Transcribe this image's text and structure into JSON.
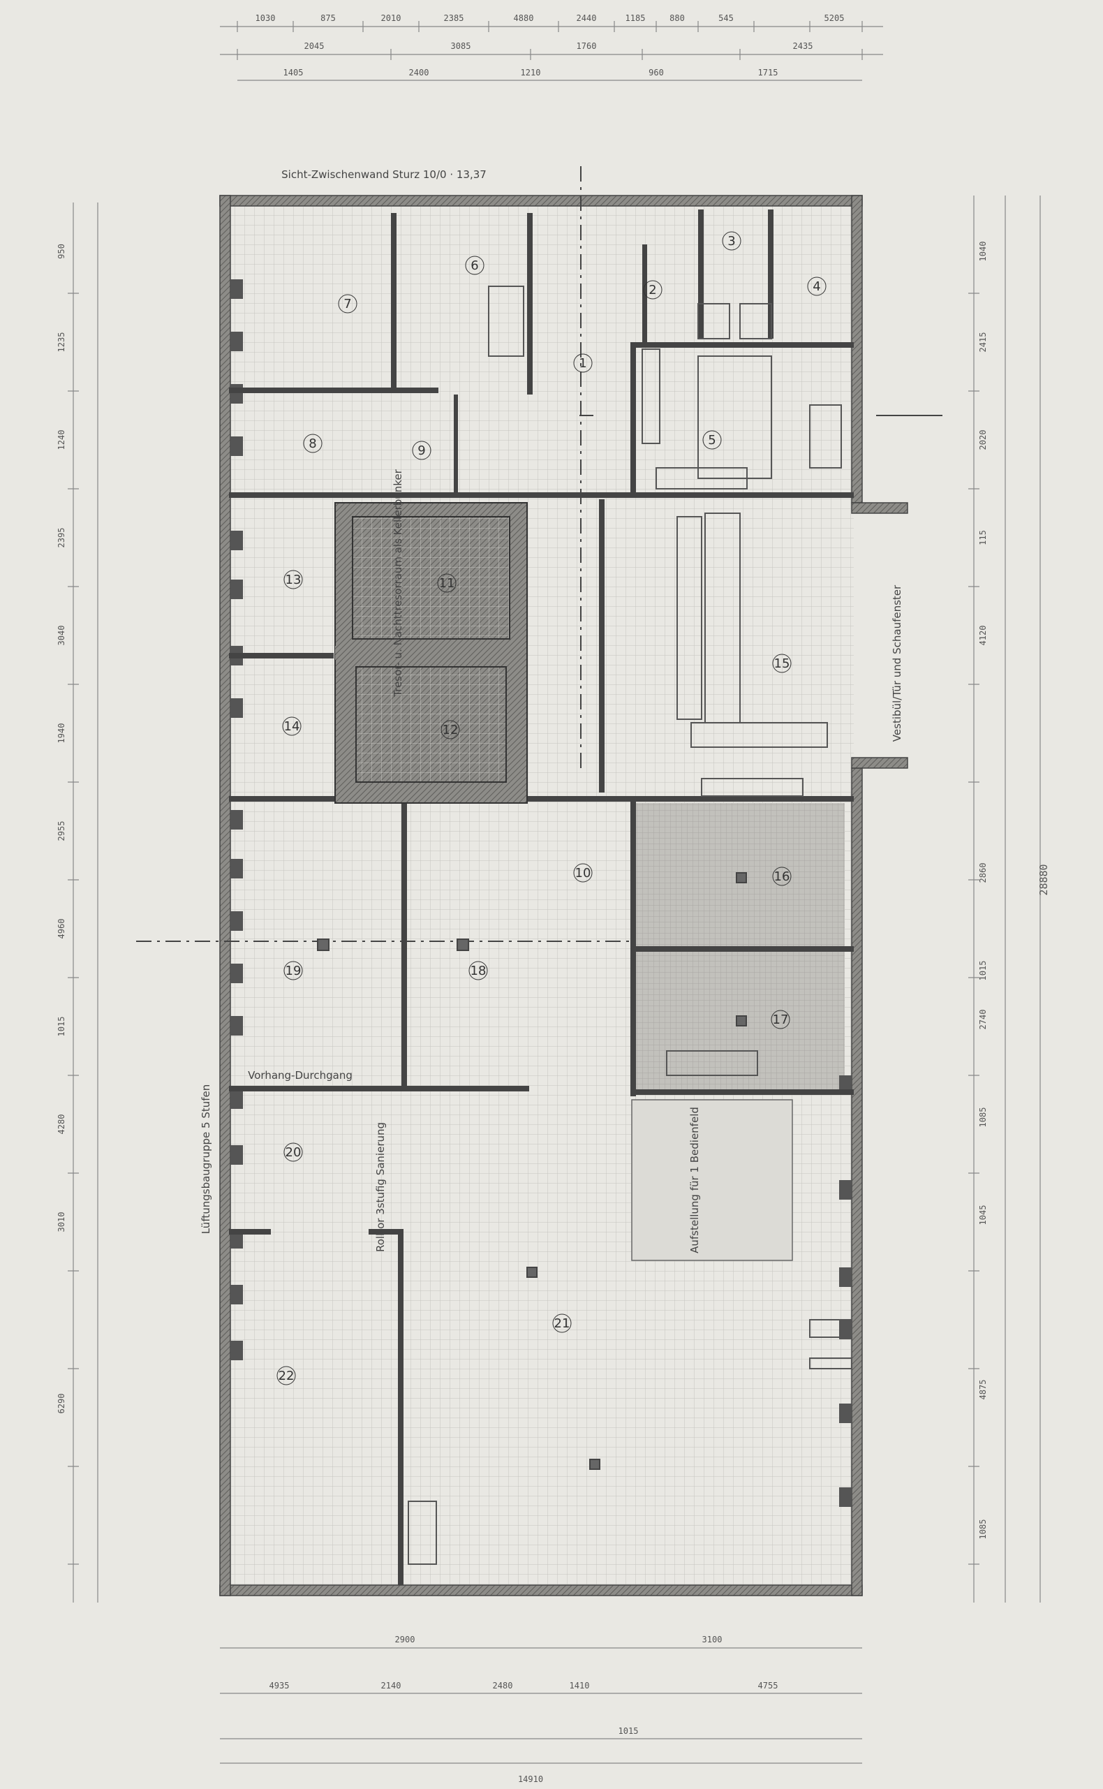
{
  "rooms": [
    {
      "id": "r7",
      "num": "7"
    },
    {
      "id": "r8",
      "num": "8"
    },
    {
      "id": "r9",
      "num": "9"
    },
    {
      "id": "r1",
      "num": "1"
    },
    {
      "id": "r2",
      "num": "2"
    },
    {
      "id": "r3",
      "num": "3"
    },
    {
      "id": "r4",
      "num": "4"
    },
    {
      "id": "r5",
      "num": "5"
    },
    {
      "id": "r6",
      "num": "6"
    },
    {
      "id": "r10",
      "num": "10"
    },
    {
      "id": "r11",
      "num": "11"
    },
    {
      "id": "r12",
      "num": "12"
    },
    {
      "id": "r13",
      "num": "13"
    },
    {
      "id": "r14",
      "num": "14"
    },
    {
      "id": "r15",
      "num": "15"
    },
    {
      "id": "r16",
      "num": "16"
    },
    {
      "id": "r17",
      "num": "17"
    },
    {
      "id": "r18",
      "num": "18"
    },
    {
      "id": "r19",
      "num": "19"
    },
    {
      "id": "r20",
      "num": "20"
    },
    {
      "id": "r21",
      "num": "21"
    },
    {
      "id": "r22",
      "num": "22"
    }
  ],
  "labels": {
    "vestibule": "Vestibül/Tür und Schaufenster",
    "safe": "Tresor- u. Nachttresorraum als Kellerbunker",
    "counter": "Aufstellung für 1 Bedienfeld",
    "doors_top": "Sicht-Zwischenwand Sturz 10/0 · 13,37",
    "door_mid": "Vorhang-Durchgang",
    "door_low": "Lüftungsbaugruppe 5 Stufen",
    "roller": "Rolltor 3stufig Sanierung",
    "total_height": "28880"
  },
  "dims": {
    "top_row1": [
      "1030",
      "875",
      "2010",
      "2385",
      "4880",
      "2440",
      "1185",
      "880",
      "545",
      "5205"
    ],
    "top_row2": [
      "2045",
      "3085",
      "1760",
      "2435"
    ],
    "top_row3": [
      "1405",
      "2400",
      "1210",
      "960",
      "1715"
    ],
    "left_col": [
      "950",
      "1235",
      "1240",
      "2395",
      "3040",
      "1940",
      "2955",
      "4960",
      "1015",
      "4280",
      "3010",
      "6290"
    ],
    "right_col": [
      "1040",
      "2415",
      "2020",
      "115",
      "4120",
      "2860",
      "1015",
      "2740",
      "1085",
      "1045",
      "4875",
      "1085"
    ],
    "bottom_row1": [
      "2900",
      "3100"
    ],
    "bottom_row2": [
      "4935",
      "2140",
      "2480",
      "1410",
      "4755"
    ],
    "bottom_row3": [
      "14910",
      "1015"
    ]
  }
}
